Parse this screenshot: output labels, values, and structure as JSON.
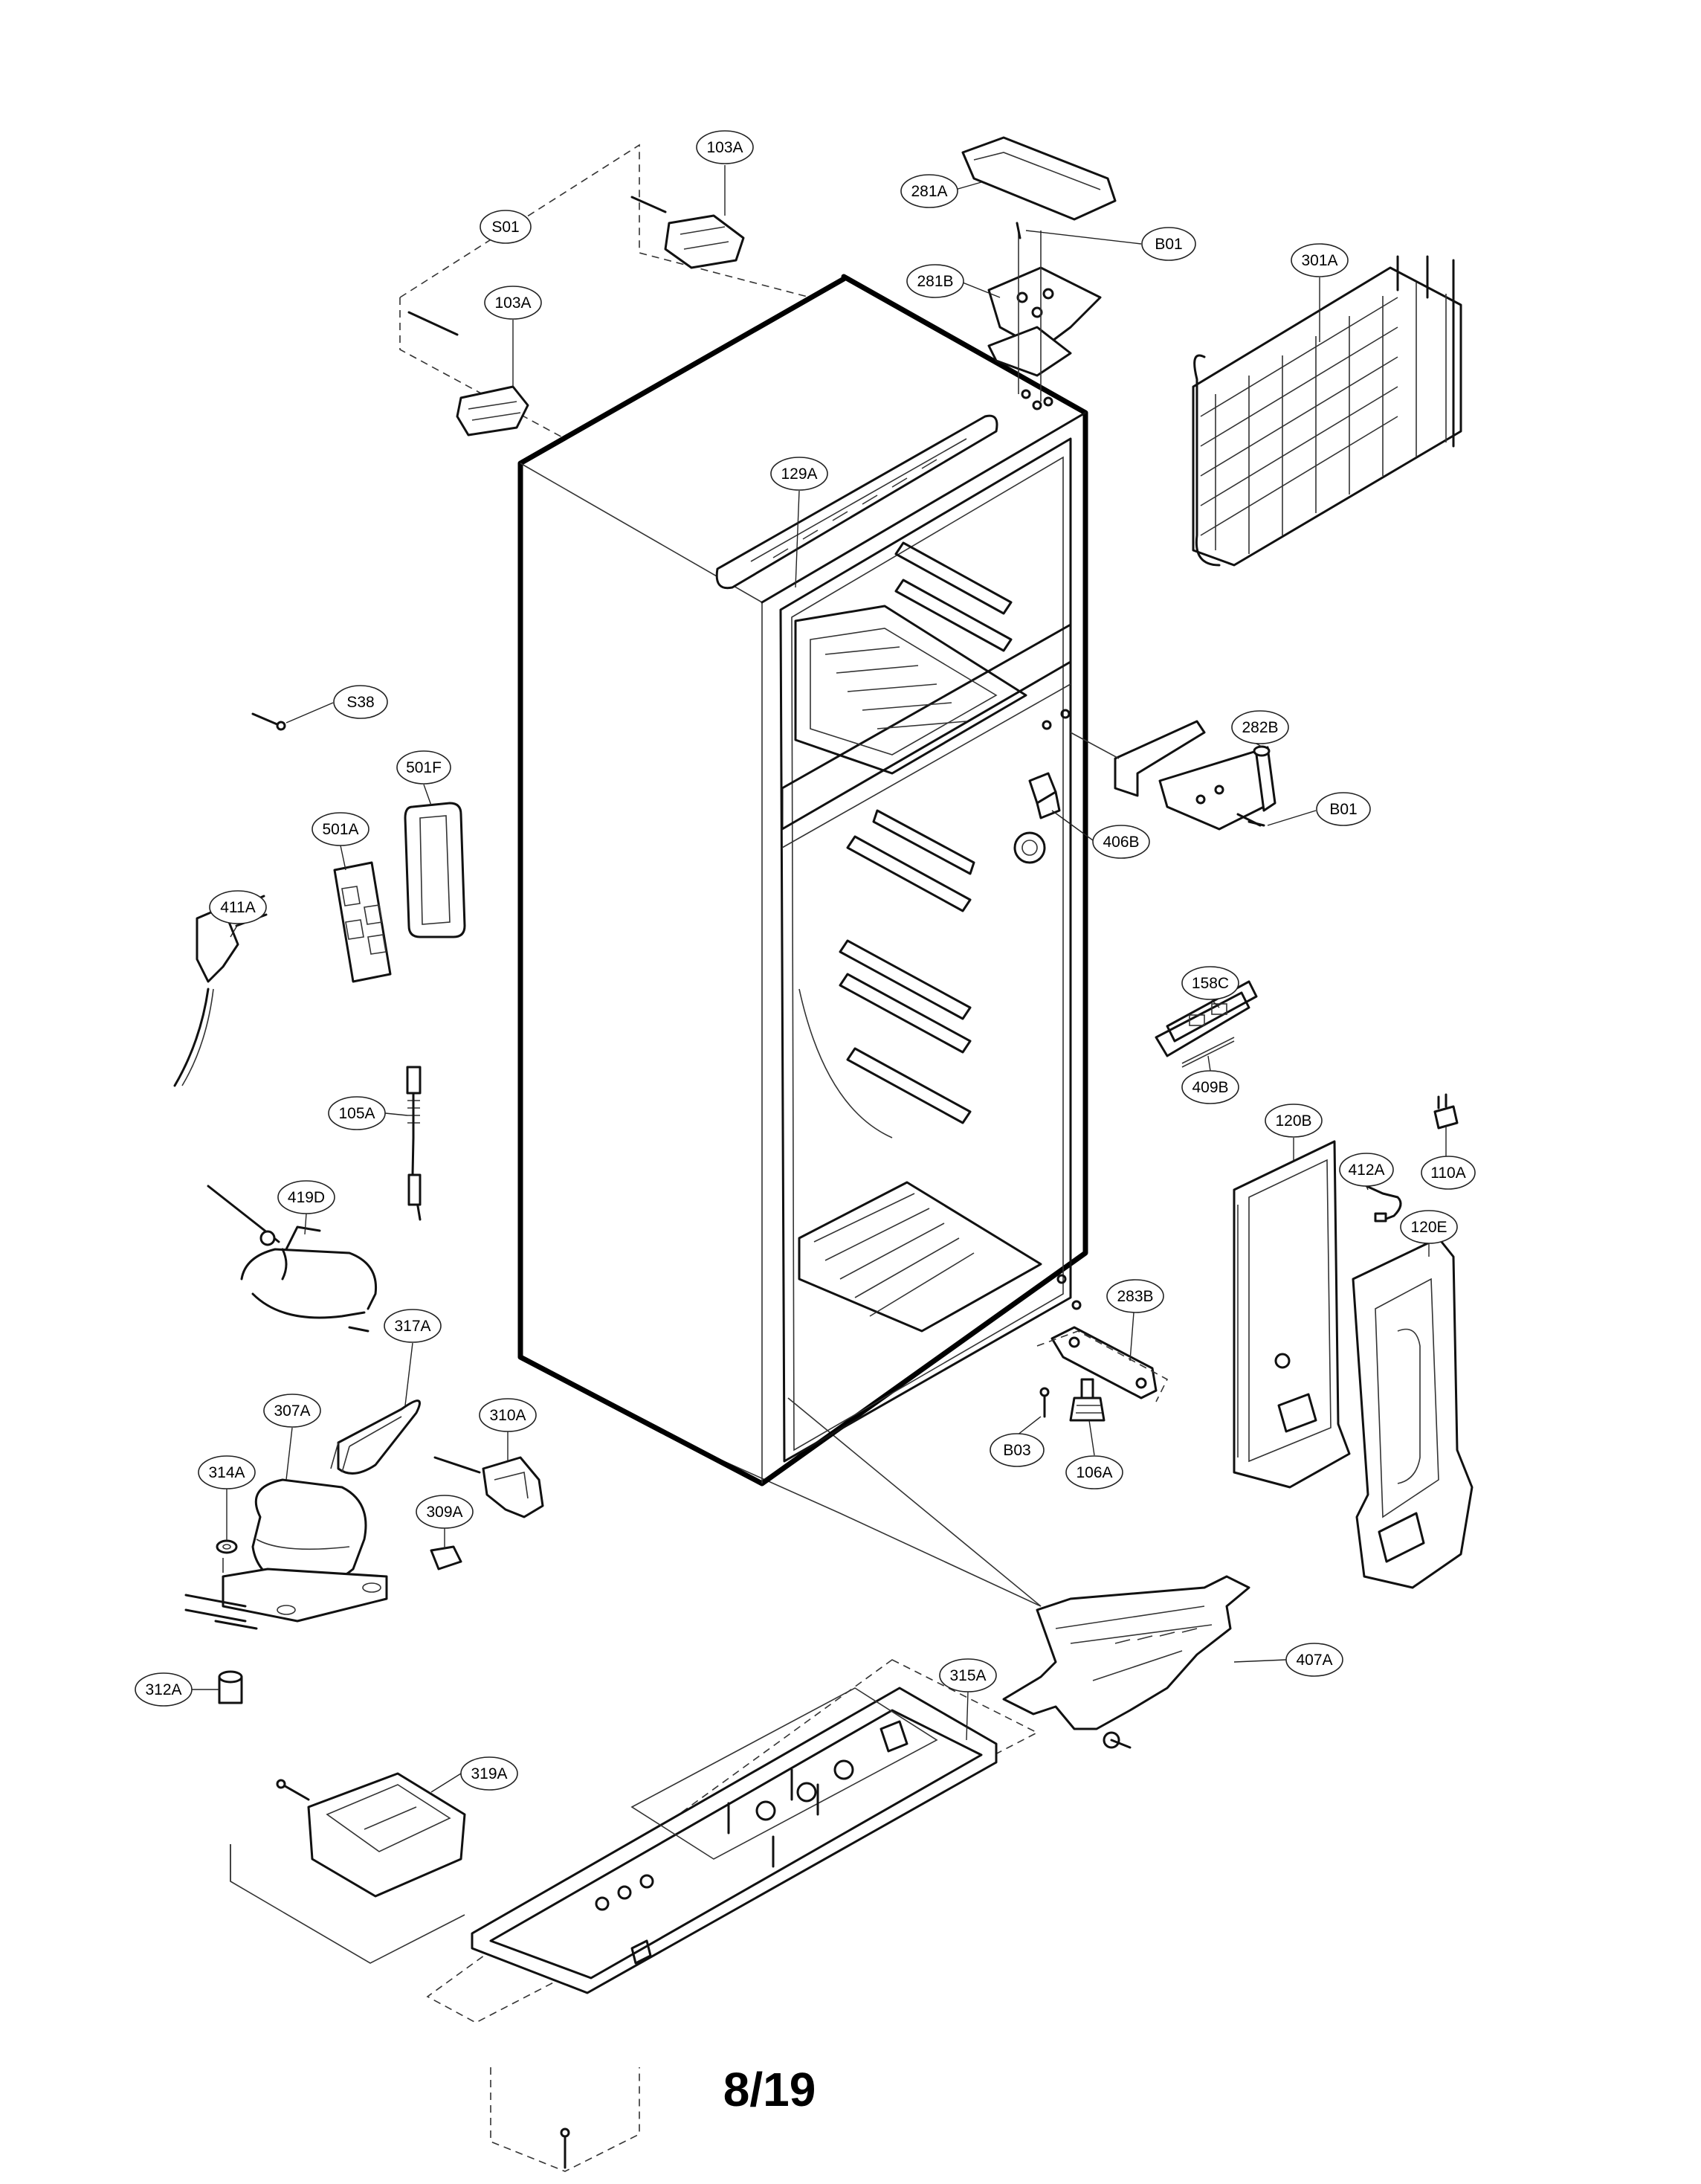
{
  "page_number": "8/19",
  "callouts": [
    "103A",
    "S01",
    "103A",
    "281A",
    "B01",
    "281B",
    "301A",
    "129A",
    "S38",
    "501F",
    "501A",
    "411A",
    "282B",
    "B01",
    "406B",
    "158C",
    "409B",
    "105A",
    "120B",
    "412A",
    "110A",
    "419D",
    "120E",
    "283B",
    "317A",
    "307A",
    "310A",
    "B03",
    "106A",
    "314A",
    "309A",
    "407A",
    "315A",
    "312A",
    "319A"
  ]
}
